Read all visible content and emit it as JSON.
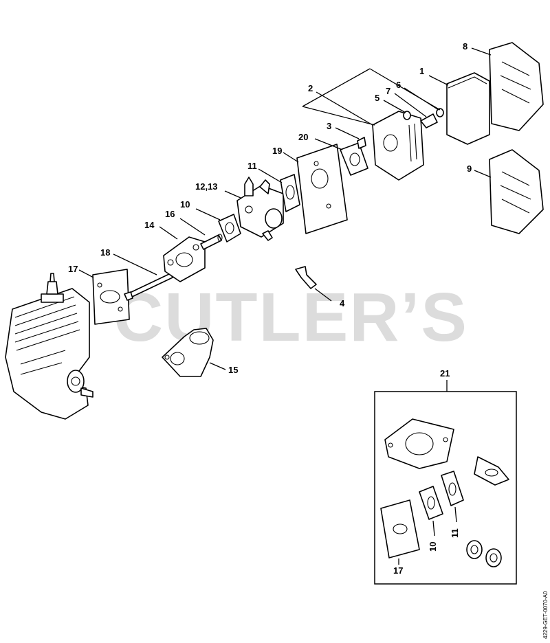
{
  "watermark": "CUTLER’S",
  "drawing_code": "4229-GET-0070-A0",
  "callouts": {
    "c1": "1",
    "c2": "2",
    "c3": "3",
    "c4": "4",
    "c5": "5",
    "c6": "6",
    "c7": "7",
    "c8": "8",
    "c9": "9",
    "c10": "10",
    "c11": "11",
    "c12_13": "12,13",
    "c14": "14",
    "c15": "15",
    "c16": "16",
    "c17": "17",
    "c18": "18",
    "c19": "19",
    "c20": "20",
    "c21": "21"
  },
  "kit": {
    "label": "21",
    "items": {
      "k10": "10",
      "k11": "11",
      "k17": "17"
    }
  }
}
